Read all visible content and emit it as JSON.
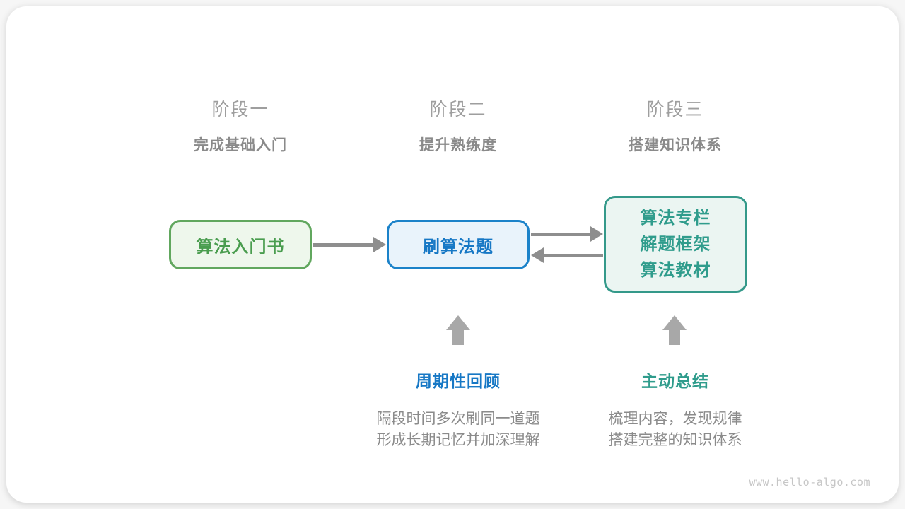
{
  "colors": {
    "green": "#4a9d4f",
    "green-border": "#61a75e",
    "green-bg": "#eef7ec",
    "blue": "#1778c5",
    "blue-border": "#1b82c9",
    "blue-bg": "#e9f3fb",
    "teal": "#2f9c8c",
    "teal-border": "#34998a",
    "teal-bg": "#ebf5f2",
    "arrow": "#8e8e8e",
    "arrow-light": "#a8a8a8",
    "stage-title": "#9e9e9e",
    "stage-subtitle": "#8a8a8a",
    "desc": "#8b8b8b",
    "watermark": "#c6c6c6"
  },
  "stages": [
    {
      "title": "阶段一",
      "subtitle": "完成基础入门"
    },
    {
      "title": "阶段二",
      "subtitle": "提升熟练度"
    },
    {
      "title": "阶段三",
      "subtitle": "搭建知识体系"
    }
  ],
  "nodes": {
    "intro_book": {
      "label": "算法入门书"
    },
    "practice": {
      "label": "刷算法题"
    },
    "resources": {
      "lines": [
        "算法专栏",
        "解题框架",
        "算法教材"
      ]
    }
  },
  "icons": {
    "arrow_intro_to_practice": "right-arrow",
    "arrow_practice_to_resources": "right-arrow",
    "arrow_resources_to_practice": "left-arrow",
    "up_arrow_review": "block-up-arrow",
    "up_arrow_summary": "block-up-arrow"
  },
  "annotations": {
    "review": {
      "label": "周期性回顾",
      "desc_line1": "隔段时间多次刷同一道题",
      "desc_line2": "形成长期记忆并加深理解"
    },
    "summary": {
      "label": "主动总结",
      "desc_line1": "梳理内容，发现规律",
      "desc_line2": "搭建完整的知识体系"
    }
  },
  "footer": {
    "watermark": "www.hello-algo.com"
  }
}
